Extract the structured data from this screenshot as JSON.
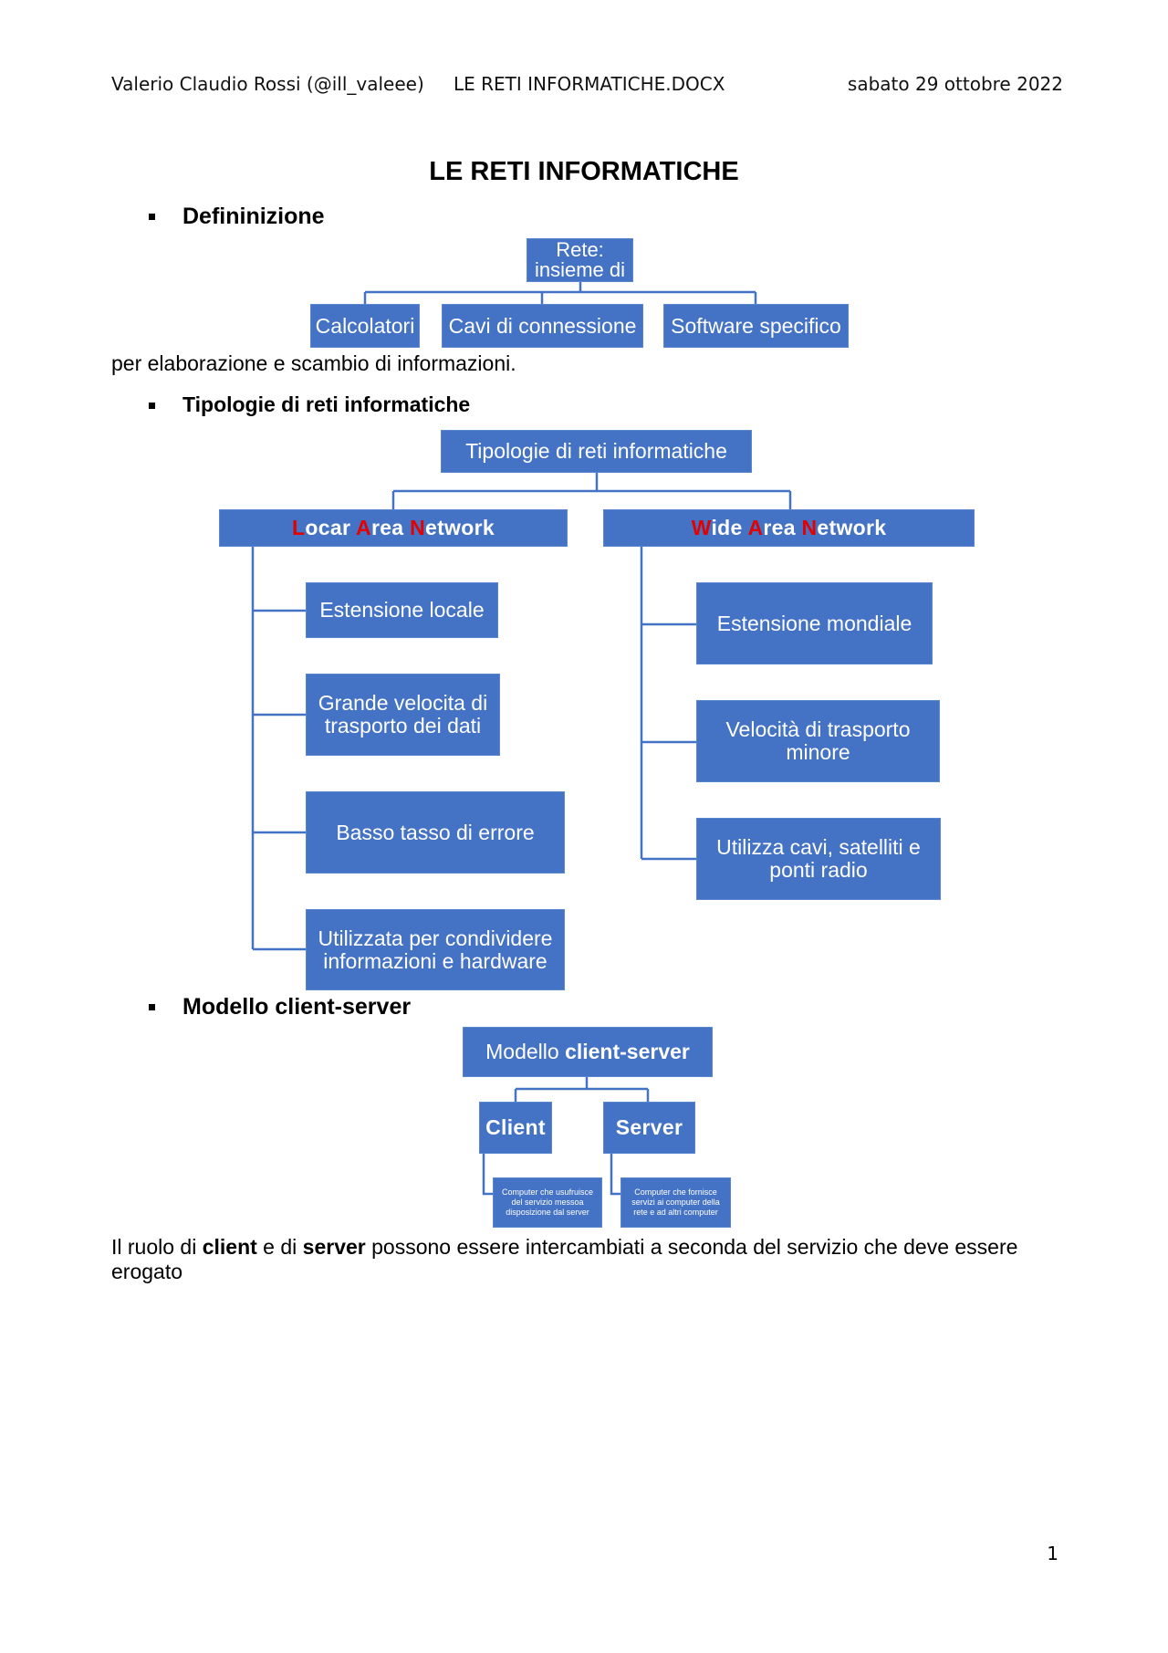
{
  "header": {
    "author": "Valerio Claudio Rossi (@ill_valeee)",
    "filename": "LE RETI INFORMATICHE.DOCX",
    "date": "sabato 29 ottobre 2022"
  },
  "title": "LE RETI INFORMATICHE",
  "sections": {
    "definizione": {
      "heading": "Defininizione",
      "root": [
        "Rete:",
        "insieme di"
      ],
      "children": [
        "Calcolatori",
        "Cavi di connessione",
        "Software specifico"
      ],
      "after_text": "per elaborazione e scambio di informazioni."
    },
    "tipologie": {
      "heading": "Tipologie di reti informatiche",
      "root": "Tipologie di reti informatiche",
      "lan": {
        "title_parts": [
          {
            "t": "L",
            "red": true
          },
          {
            "t": "ocar ",
            "red": false
          },
          {
            "t": "A",
            "red": true
          },
          {
            "t": "rea ",
            "red": false
          },
          {
            "t": "N",
            "red": true
          },
          {
            "t": "etwork",
            "red": false
          }
        ],
        "items": [
          [
            "Estensione locale"
          ],
          [
            "Grande velocita di",
            "trasporto dei dati"
          ],
          [
            "Basso tasso di errore"
          ],
          [
            "Utilizzata per condividere",
            "informazioni e hardware"
          ]
        ]
      },
      "wan": {
        "title_parts": [
          {
            "t": "W",
            "red": true
          },
          {
            "t": "ide ",
            "red": false
          },
          {
            "t": "A",
            "red": true
          },
          {
            "t": "rea ",
            "red": false
          },
          {
            "t": "N",
            "red": true
          },
          {
            "t": "etwork",
            "red": false
          }
        ],
        "items": [
          [
            "Estensione mondiale"
          ],
          [
            "Velocità di trasporto",
            "minore"
          ],
          [
            "Utilizza cavi, satelliti e",
            "ponti radio"
          ]
        ]
      }
    },
    "client_server": {
      "heading": "Modello client-server",
      "root_plain": "Modello ",
      "root_bold": "client-server",
      "client": "Client",
      "server": "Server",
      "client_desc": [
        "Computer che usufruisce",
        "del servizio messoa",
        "disposizione dal server"
      ],
      "server_desc": [
        "Computer che fornisce",
        "servizi ai computer della",
        "rete e ad altri computer"
      ],
      "after": {
        "p1": "Il ruolo di ",
        "b1": "client",
        "p2": " e di ",
        "b2": "server",
        "p3": " possono essere intercambiati a seconda del servizio che deve essere",
        "line2": "erogato"
      }
    }
  },
  "page_number": "1",
  "colors": {
    "box": "#4472C4",
    "connector": "#4472C4",
    "accent_red": "#E30000"
  }
}
